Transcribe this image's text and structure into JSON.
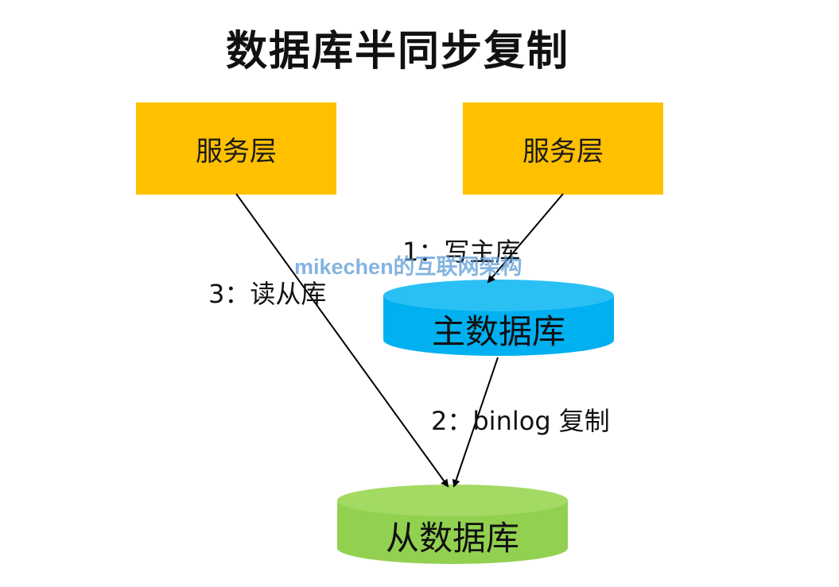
{
  "title": "数据库半同步复制",
  "nodes": {
    "service_left": "服务层",
    "service_right": "服务层",
    "master_db": "主数据库",
    "slave_db": "从数据库"
  },
  "edges": {
    "write": "1：写主库",
    "read": "3：读从库",
    "binlog": "2：binlog 复制"
  },
  "watermark": "mikechen的互联网架构",
  "colors": {
    "service_box": "#FFC000",
    "master_db": "#00B0F0",
    "master_db_top": "#2BC0F4",
    "slave_db": "#92D050",
    "slave_db_top": "#A2DA63",
    "arrow": "#000000",
    "watermark": "#5B9BD5"
  }
}
